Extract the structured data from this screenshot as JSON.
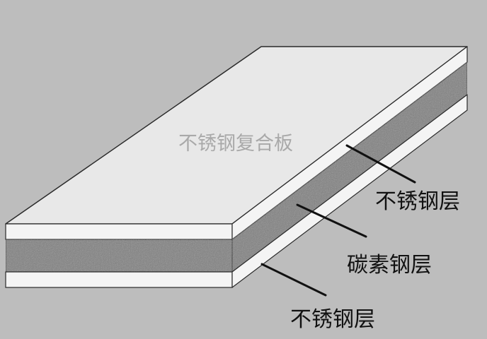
{
  "diagram": {
    "title": "不锈钢复合板",
    "layers": [
      {
        "label": "不锈钢层"
      },
      {
        "label": "碳素钢层"
      },
      {
        "label": "不锈钢层"
      }
    ]
  },
  "colors": {
    "background": "#bdbdbd",
    "stainless_face": "#e8e8e8",
    "stainless_side": "#f4f4f4",
    "carbon_steel": "#808080",
    "outline": "#2a2a2a",
    "title_text": "#a9a9a9",
    "label_text": "#111111"
  }
}
